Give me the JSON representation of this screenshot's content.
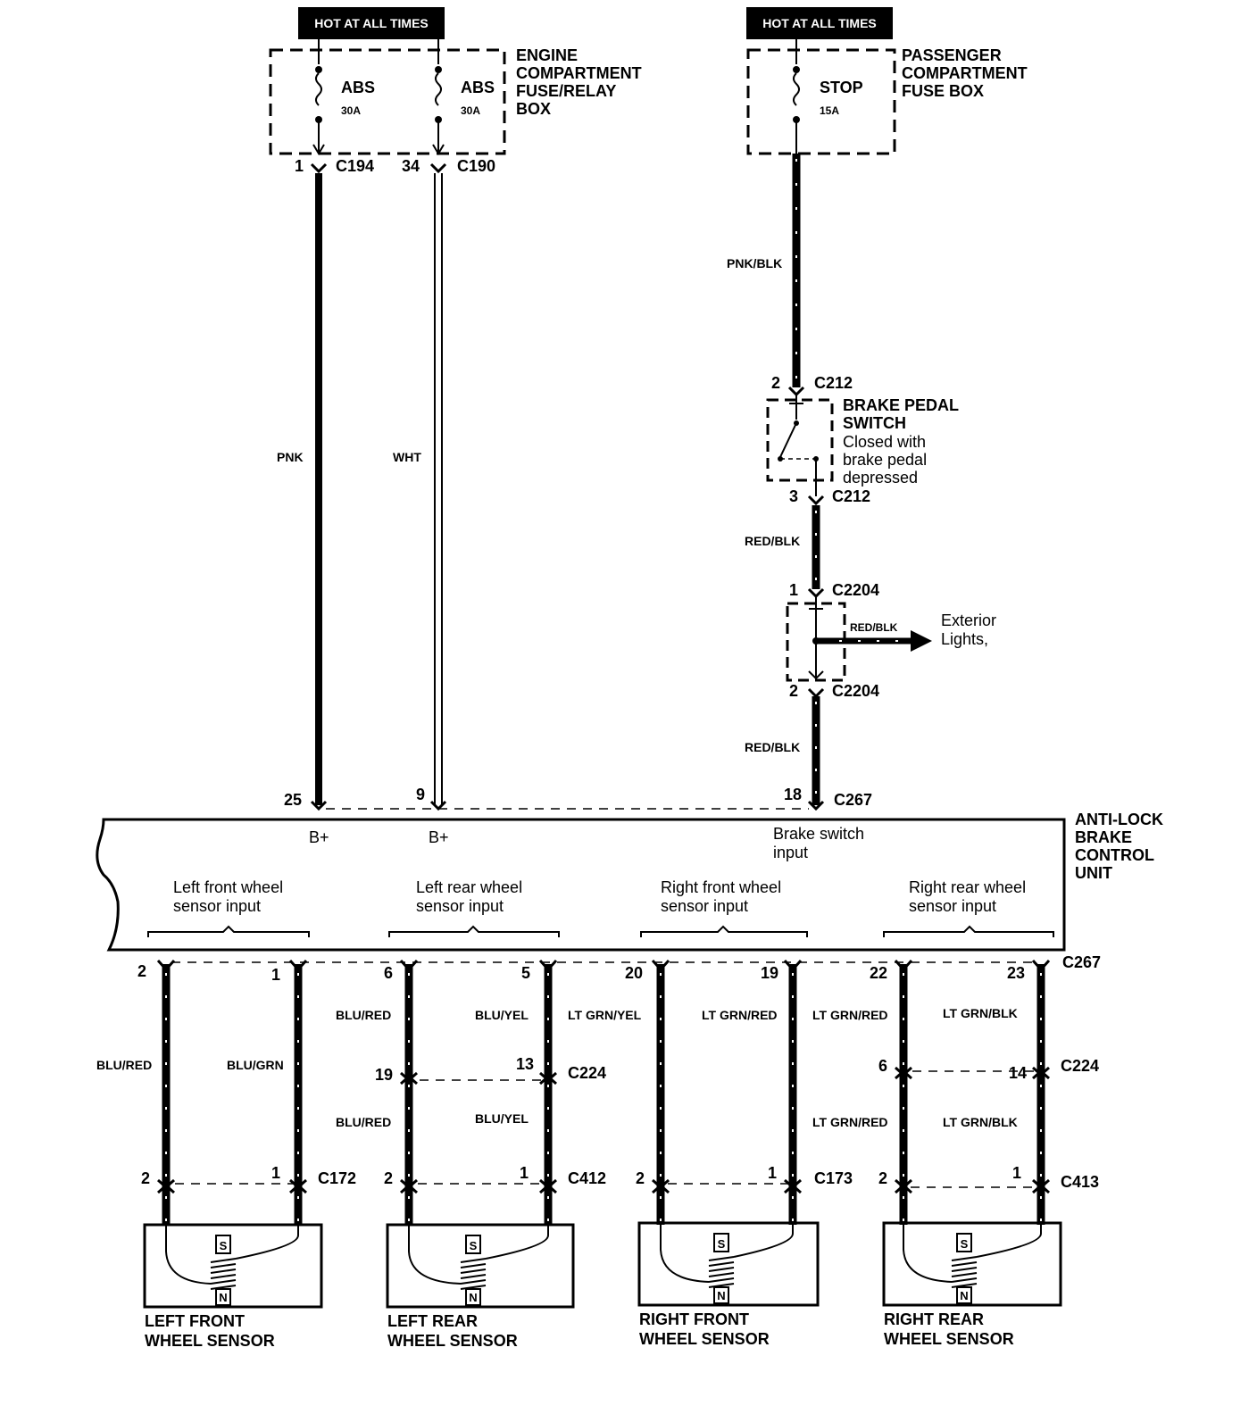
{
  "hot_labels": {
    "left": "HOT AT ALL TIMES",
    "right": "HOT AT ALL TIMES"
  },
  "engine_box": {
    "title": [
      "ENGINE",
      "COMPARTMENT",
      "FUSE/RELAY",
      "BOX"
    ],
    "fuse1_name": "ABS",
    "fuse1_amp": "30A",
    "fuse2_name": "ABS",
    "fuse2_amp": "30A"
  },
  "pass_box": {
    "title": [
      "PASSENGER",
      "COMPARTMENT",
      "FUSE BOX"
    ],
    "fuse_name": "STOP",
    "fuse_amp": "15A"
  },
  "conn": {
    "c194": "C194",
    "c190": "C190",
    "c212a": "C212",
    "c212b": "C212",
    "c2204a": "C2204",
    "c2204b": "C2204",
    "c267_top": "C267",
    "c267_bot": "C267",
    "c224a": "C224",
    "c224b": "C224",
    "c172": "C172",
    "c412": "C412",
    "c173": "C173",
    "c413": "C413"
  },
  "pins": {
    "p1": "1",
    "p34": "34",
    "p2_c212": "2",
    "p3_c212": "3",
    "p1_c2204": "1",
    "p2_c2204": "2",
    "p25": "25",
    "p9": "9",
    "p18": "18",
    "b2": "2",
    "b1": "1",
    "b6": "6",
    "b5": "5",
    "b20": "20",
    "b19": "19",
    "b22": "22",
    "b23": "23",
    "c224_19": "19",
    "c224_13": "13",
    "c224_6": "6",
    "c224_14": "14",
    "lf2": "2",
    "lf1": "1",
    "lr2": "2",
    "lr1": "1",
    "rf2": "2",
    "rf1": "1",
    "rr2": "2",
    "rr1": "1"
  },
  "wires": {
    "pnk": "PNK",
    "wht": "WHT",
    "pnk_blk": "PNK/BLK",
    "red_blk1": "RED/BLK",
    "red_blk2": "RED/BLK",
    "red_blk3": "RED/BLK",
    "lf_a": "BLU/RED",
    "lf_b": "BLU/GRN",
    "lr_a1": "BLU/RED",
    "lr_b1": "BLU/YEL",
    "lr_a2": "BLU/RED",
    "lr_b2": "BLU/YEL",
    "rf_a": "LT GRN/YEL",
    "rf_b": "LT GRN/RED",
    "rr_a1": "LT GRN/RED",
    "rr_b1": "LT GRN/BLK",
    "rr_a2": "LT GRN/RED",
    "rr_b2": "LT GRN/BLK"
  },
  "brake_switch": {
    "lines": [
      "BRAKE PEDAL",
      "SWITCH",
      "Closed with",
      "brake pedal",
      "depressed"
    ]
  },
  "exterior": {
    "lines": [
      "Exterior",
      "Lights,"
    ]
  },
  "abs_unit": {
    "title": [
      "ANTI-LOCK",
      "BRAKE",
      "CONTROL",
      "UNIT"
    ],
    "bplus1": "B+",
    "bplus2": "B+",
    "brake_input": [
      "Brake switch",
      "input"
    ],
    "inputs": [
      [
        "Left front wheel",
        "sensor input"
      ],
      [
        "Left rear wheel",
        "sensor input"
      ],
      [
        "Right front wheel",
        "sensor input"
      ],
      [
        "Right rear wheel",
        "sensor input"
      ]
    ]
  },
  "sensors": [
    [
      "LEFT FRONT",
      "WHEEL SENSOR"
    ],
    [
      "LEFT REAR",
      "WHEEL SENSOR"
    ],
    [
      "RIGHT FRONT",
      "WHEEL SENSOR"
    ],
    [
      "RIGHT REAR",
      "WHEEL SENSOR"
    ]
  ],
  "sensor_poles": {
    "s": "S",
    "n": "N"
  }
}
